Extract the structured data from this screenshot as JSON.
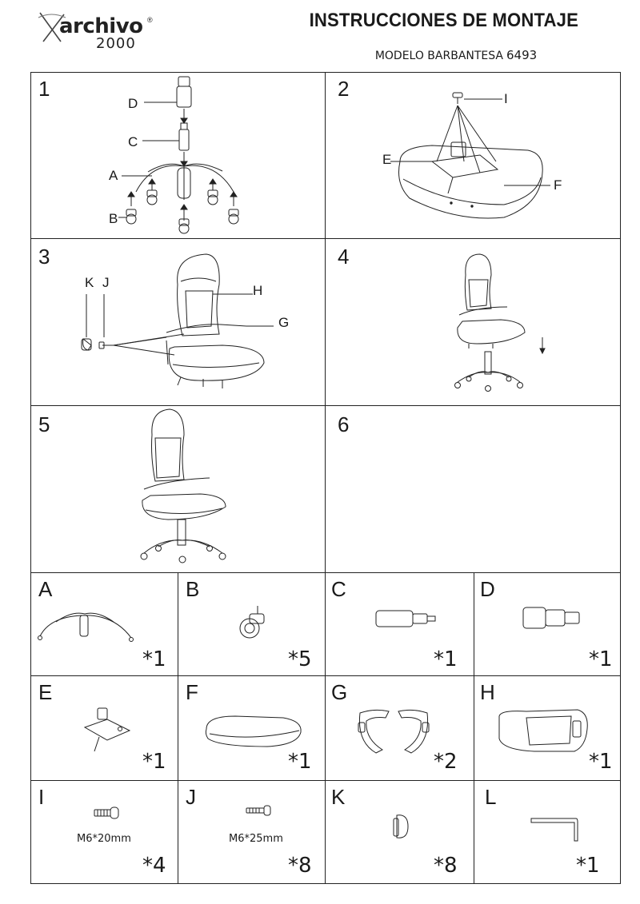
{
  "brand": {
    "name": "archivo",
    "reg": "®",
    "number": "2000"
  },
  "header": {
    "title": "INSTRUCCIONES DE MONTAJE",
    "model_label": "MODELO BARBANTESA",
    "model_number": "6493"
  },
  "steps": [
    {
      "number": "1",
      "callouts": [
        "D",
        "C",
        "A",
        "B"
      ]
    },
    {
      "number": "2",
      "callouts": [
        "I",
        "E",
        "F"
      ]
    },
    {
      "number": "3",
      "callouts": [
        "K",
        "J",
        "H",
        "G"
      ]
    },
    {
      "number": "4"
    },
    {
      "number": "5"
    },
    {
      "number": "6"
    }
  ],
  "parts": [
    {
      "letter": "A",
      "qty": "*1",
      "spec": ""
    },
    {
      "letter": "B",
      "qty": "*5",
      "spec": ""
    },
    {
      "letter": "C",
      "qty": "*1",
      "spec": ""
    },
    {
      "letter": "D",
      "qty": "*1",
      "spec": ""
    },
    {
      "letter": "E",
      "qty": "*1",
      "spec": ""
    },
    {
      "letter": "F",
      "qty": "*1",
      "spec": ""
    },
    {
      "letter": "G",
      "qty": "*2",
      "spec": ""
    },
    {
      "letter": "H",
      "qty": "*1",
      "spec": ""
    },
    {
      "letter": "I",
      "qty": "*4",
      "spec": "M6*20mm"
    },
    {
      "letter": "J",
      "qty": "*8",
      "spec": "M6*25mm"
    },
    {
      "letter": "K",
      "qty": "*8",
      "spec": ""
    },
    {
      "letter": "L",
      "qty": "*1",
      "spec": ""
    }
  ]
}
